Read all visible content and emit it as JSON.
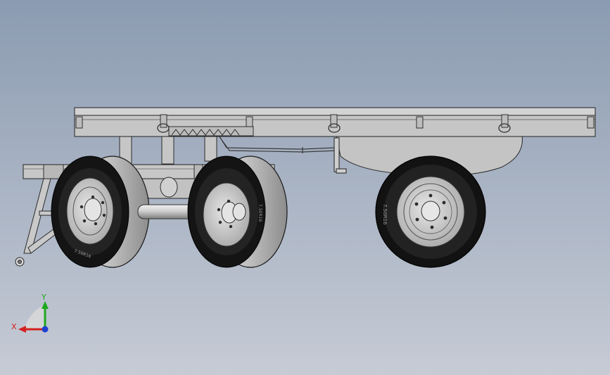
{
  "scene": {
    "model": "trailer-assembly",
    "background_top": "#8b9bb1",
    "background_bottom": "#c6cbd5"
  },
  "colors": {
    "steel": "#c9c9c9",
    "steel_dark": "#8a8a8a",
    "tire": "#1c1c1c",
    "rim": "#d2d2d2",
    "outline": "#222222"
  },
  "triad": {
    "x_label": "X",
    "y_label": "Y",
    "x_color": "#d42020",
    "y_color": "#1ea81e",
    "z_color": "#1f3fd1"
  },
  "tire_markings": {
    "front_left": "7.50R16",
    "front_right": "7.50R16",
    "rear": "7.50R16"
  }
}
